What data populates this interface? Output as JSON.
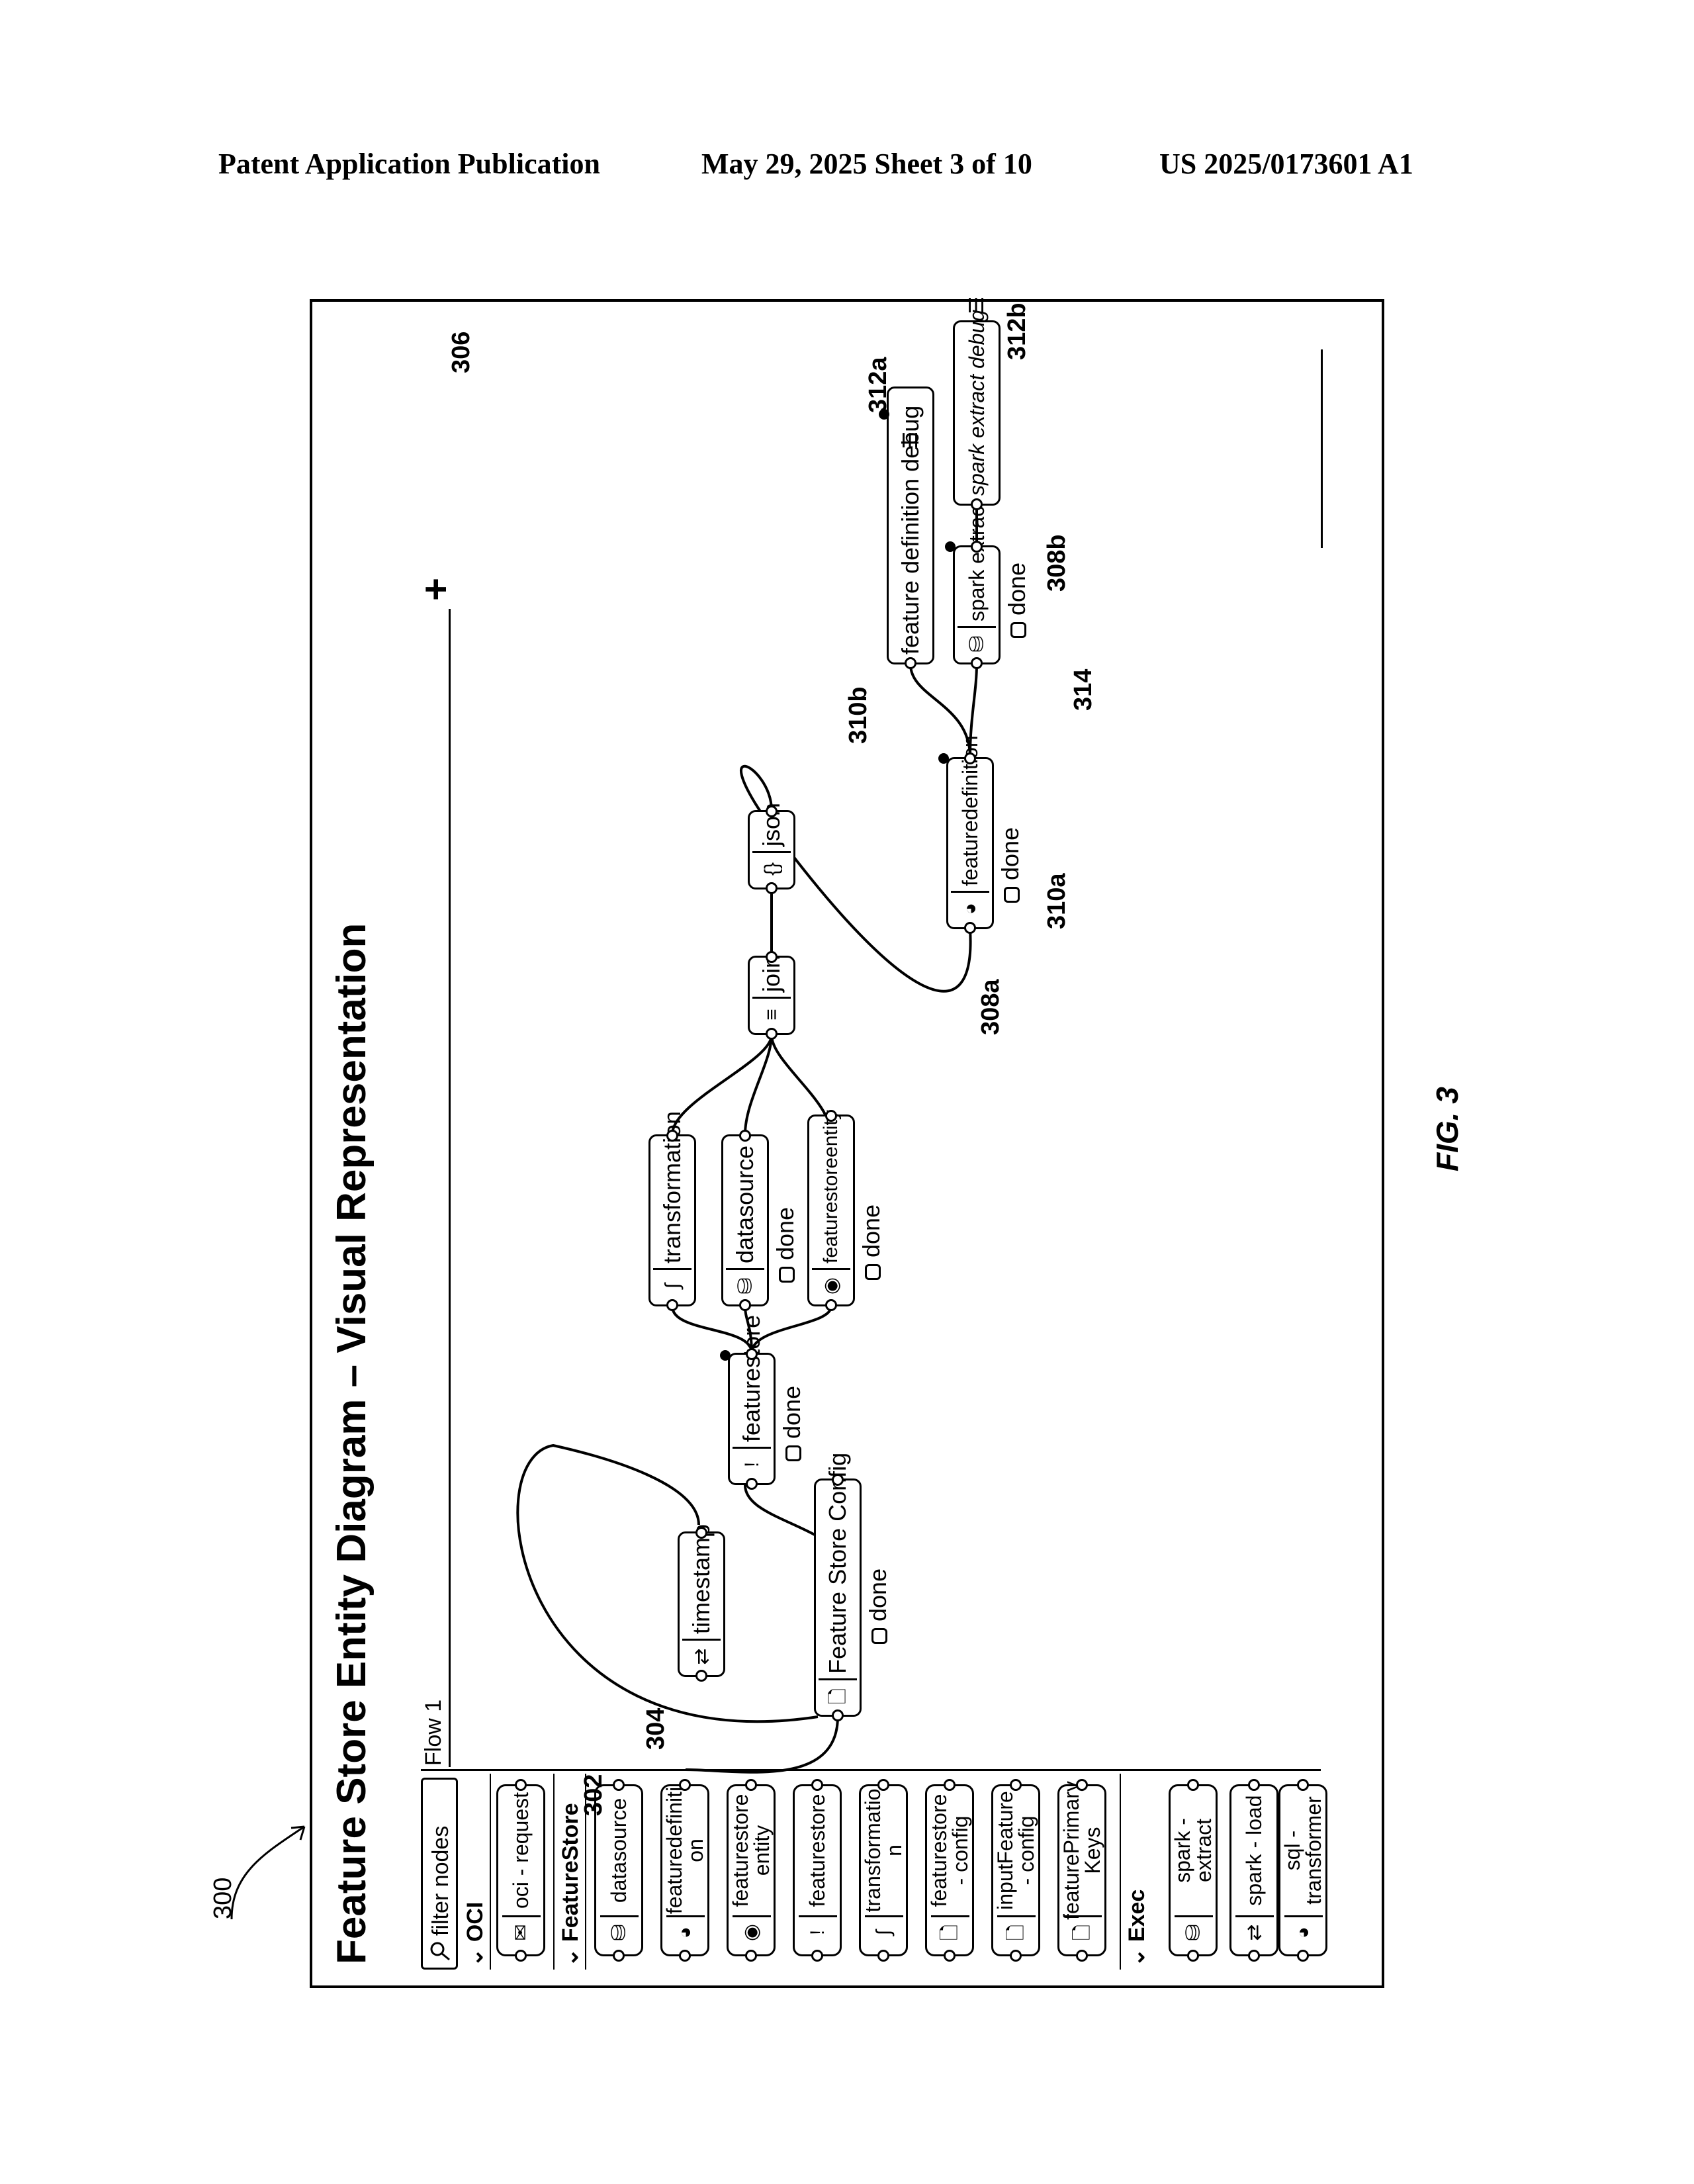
{
  "header": {
    "left": "Patent Application Publication",
    "center": "May 29, 2025  Sheet 3 of 10",
    "right": "US 2025/0173601 A1"
  },
  "figure_label": "FIG. 3",
  "ref_labels": {
    "r300": "300",
    "r302": "302",
    "r304": "304",
    "r306": "306",
    "r308a": "308a",
    "r308b": "308b",
    "r310a": "310a",
    "r310b": "310b",
    "r312a": "312a",
    "r312b": "312b",
    "r314": "314"
  },
  "ui": {
    "title": "Feature Store Entity Diagram – Visual Representation",
    "search_placeholder": "filter nodes",
    "tab_label": "Flow 1",
    "add_icon": "plus-icon",
    "palette": {
      "oci": {
        "label": "OCI",
        "nodes": [
          {
            "label": "oci - request",
            "icon": "envelope-icon"
          }
        ]
      },
      "featurestore": {
        "label": "FeatureStore",
        "nodes": [
          {
            "label": "datasource",
            "icon": "database-icon"
          },
          {
            "label": "featuredefiniti on",
            "icon": "pie-chart-icon"
          },
          {
            "label": "featurestore entity",
            "icon": "signal-icon"
          },
          {
            "label": "featurestore",
            "icon": "exclamation-icon"
          },
          {
            "label": "transformatio n",
            "icon": "function-icon"
          },
          {
            "label": "featurestore - config",
            "icon": "file-icon"
          },
          {
            "label": "inputFeature - config",
            "icon": "file-icon"
          },
          {
            "label": "featurePrimary Keys",
            "icon": "file-icon"
          }
        ]
      },
      "exec": {
        "label": "Exec",
        "nodes": [
          {
            "label": "spark - extract",
            "icon": "database-icon"
          },
          {
            "label": "spark - load",
            "icon": "shuffle-icon"
          },
          {
            "label": "sql - transformer",
            "icon": "pie-chart-icon"
          }
        ]
      }
    },
    "flow_nodes": {
      "timestamp": {
        "label": "timestamp",
        "icon": "shuffle-icon"
      },
      "fs_config": {
        "label": "Feature Store Config",
        "icon": "file-icon",
        "status": "done"
      },
      "featurestore": {
        "label": "featurestore",
        "icon": "exclamation-icon",
        "status": "done"
      },
      "transformation": {
        "label": "transformation",
        "icon": "function-icon"
      },
      "datasource": {
        "label": "datasource",
        "icon": "database-icon",
        "status": "done"
      },
      "fs_entity": {
        "label": "featurestoreentity",
        "icon": "signal-icon",
        "status": "done"
      },
      "join": {
        "label": "join",
        "icon": "join-icon"
      },
      "json": {
        "label": "json",
        "icon": "braces-icon"
      },
      "featuredefinition": {
        "label": "featuredefinition",
        "icon": "pie-chart-icon",
        "status": "done"
      },
      "fd_debug": {
        "label": "feature definition debug",
        "icon": "list-icon"
      },
      "spark_extract": {
        "label": "spark extract",
        "icon": "database-icon",
        "status": "done"
      },
      "se_debug": {
        "label": "spark extract debug",
        "icon": "list-icon"
      }
    }
  }
}
